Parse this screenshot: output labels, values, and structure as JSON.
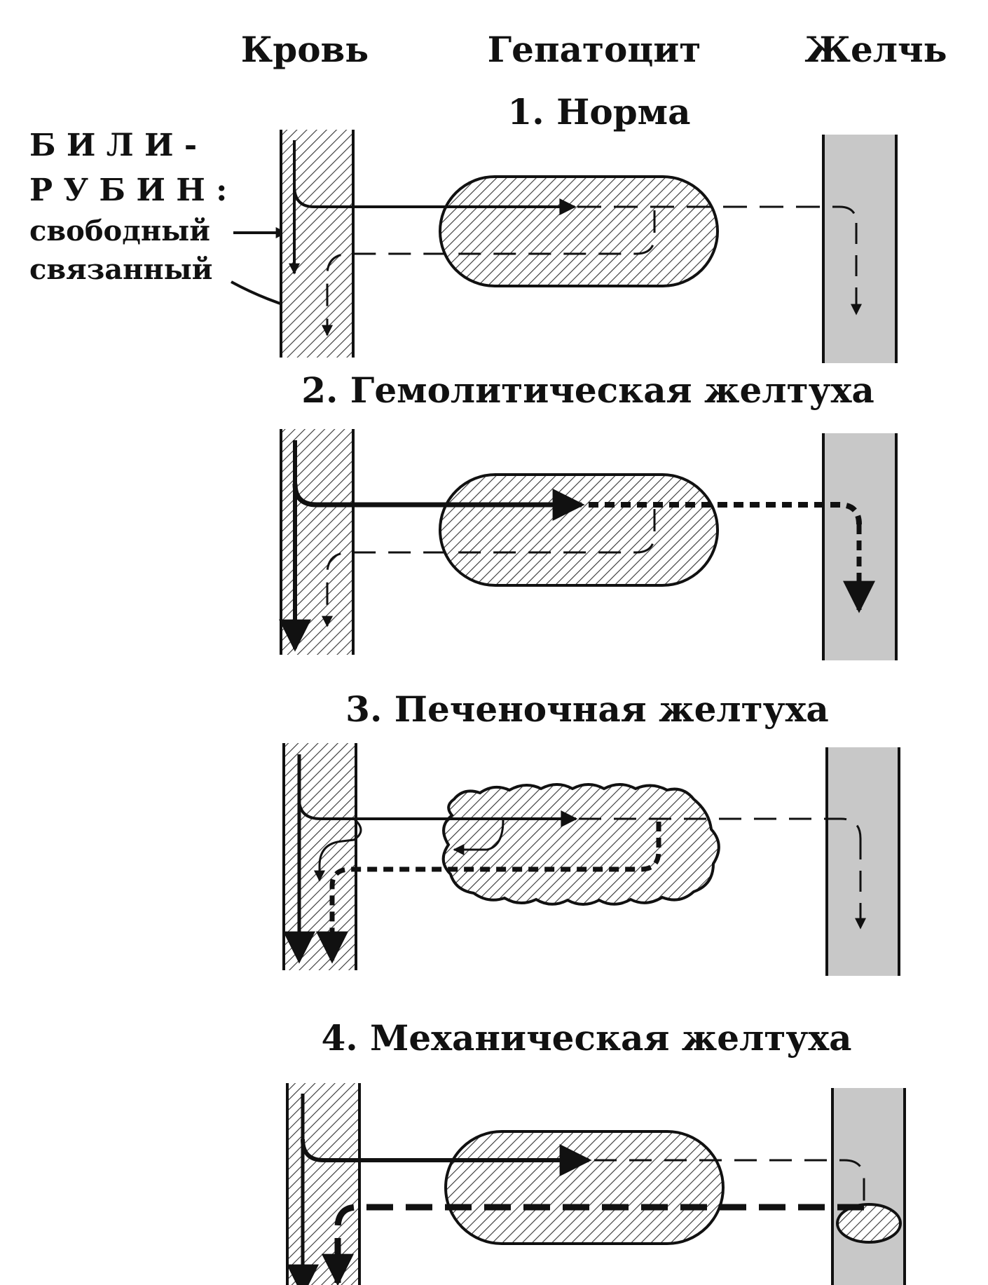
{
  "headers": {
    "blood": "Кровь",
    "hepatocyte": "Гепатоцит",
    "bile": "Желчь"
  },
  "legend": {
    "title_line1": "Б И Л И -",
    "title_line2": "Р У Б И Н :",
    "free": "свободный",
    "bound": "связанный"
  },
  "panels": [
    {
      "title": "1. Норма"
    },
    {
      "title": "2. Гемолитическая желтуха"
    },
    {
      "title": "3. Печеночная желтуха"
    },
    {
      "title": "4. Механическая желтуха"
    }
  ],
  "colors": {
    "ink": "#111111",
    "bile_fill": "#c8c8c8",
    "hatch": "#333333",
    "background": "#ffffff"
  }
}
